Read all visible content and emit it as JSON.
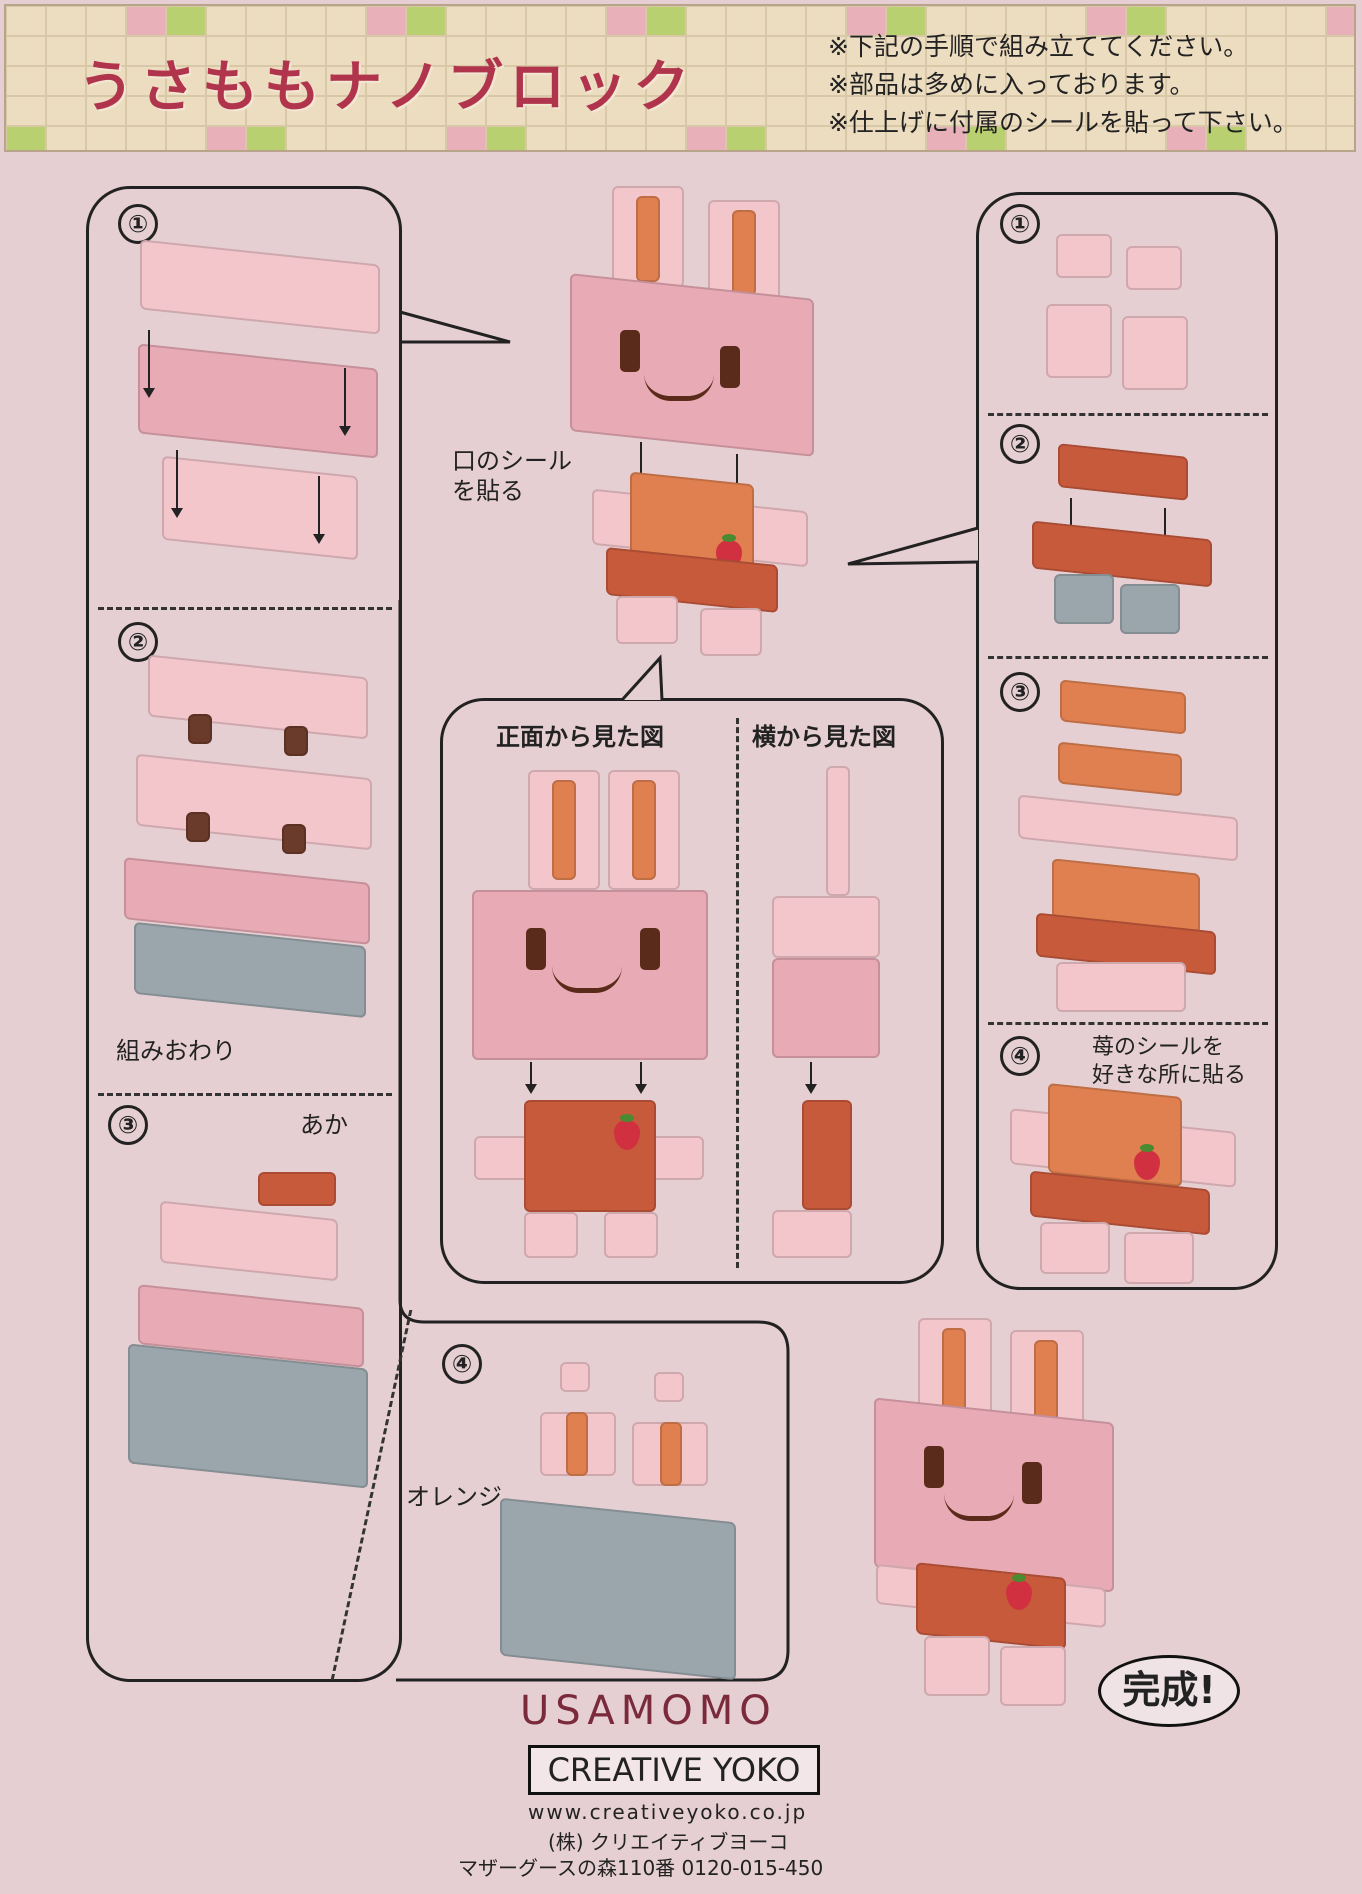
{
  "header": {
    "title": "うさももナノブロック",
    "notes": [
      "※下記の手順で組み立ててください。",
      "※部品は多めに入っております。",
      "※仕上げに付属のシールを貼って下さい。"
    ]
  },
  "left_panel": {
    "steps": [
      "①",
      "②",
      "③",
      "④"
    ],
    "step2_label": "組みおわり",
    "step3_label": "あか",
    "step4_label": "オレンジ"
  },
  "center": {
    "mouth_sticker_label": "口のシール\nを貼る",
    "front_view_label": "正面から見た図",
    "side_view_label": "横から見た図"
  },
  "right_panel": {
    "steps": [
      "①",
      "②",
      "③",
      "④"
    ],
    "step4_label": "苺のシールを\n好きな所に貼る"
  },
  "done_label": "完成!",
  "footer": {
    "brand": "USAMOMO",
    "company_box": "CREATIVE YOKO",
    "url": "www.creativeyoko.co.jp",
    "company_jp": "(株) クリエイティブヨーコ",
    "contact": "マザーグースの森110番 0120-015-450"
  },
  "colors": {
    "background": "#e6cfd3",
    "title": "#b0344c",
    "brick_pink": "#e8aab4",
    "brick_orange": "#e08050",
    "brick_red": "#c85a3c",
    "brick_gray": "#9aa6ac"
  }
}
